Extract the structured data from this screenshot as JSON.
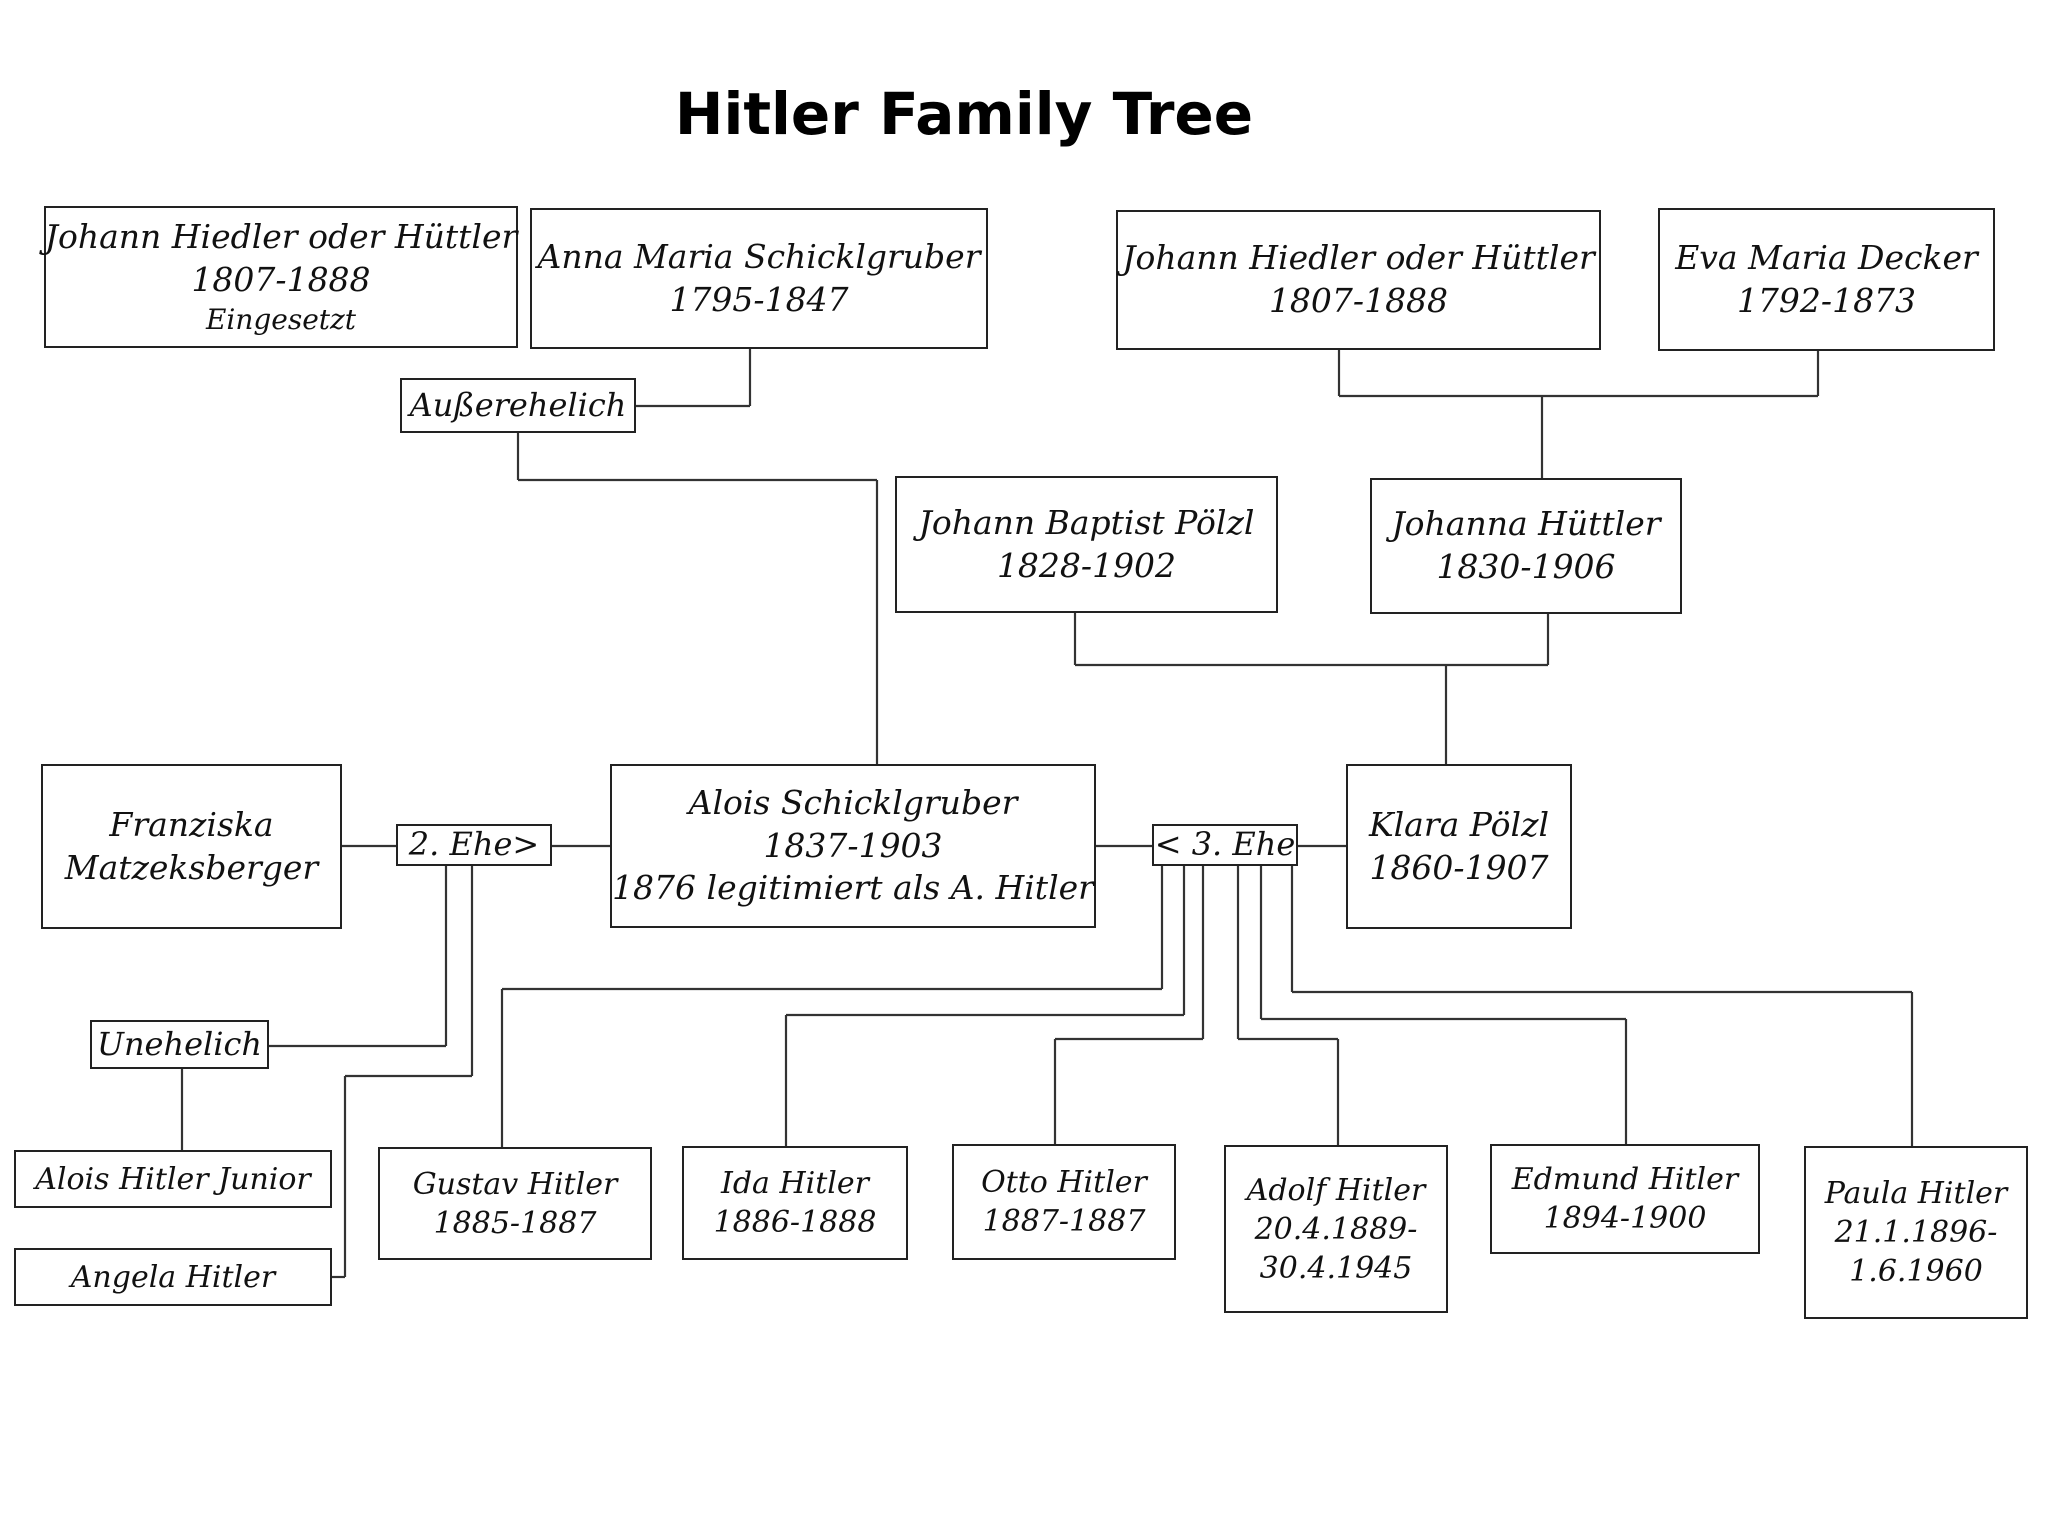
{
  "title": "Hitler Family Tree",
  "people": {
    "johann_hiedler_left": {
      "name": "Johann Hiedler oder Hüttler",
      "dates": "1807-1888",
      "note": "Eingesetzt"
    },
    "anna_maria": {
      "name": "Anna Maria Schicklgruber",
      "dates": "1795-1847"
    },
    "johann_hiedler_right": {
      "name": "Johann Hiedler oder Hüttler",
      "dates": "1807-1888"
    },
    "eva_maria": {
      "name": "Eva Maria Decker",
      "dates": "1792-1873"
    },
    "johann_baptist": {
      "name": "Johann Baptist Pölzl",
      "dates": "1828-1902"
    },
    "johanna": {
      "name": "Johanna  Hüttler",
      "dates": "1830-1906"
    },
    "franziska": {
      "line1": "Franziska",
      "line2": "Matzeksberger"
    },
    "alois": {
      "name": "Alois Schicklgruber",
      "dates": "1837-1903",
      "note": "1876 legitimiert als A. Hitler"
    },
    "klara": {
      "name": "Klara Pölzl",
      "dates": "1860-1907"
    },
    "alois_junior": {
      "name": "Alois Hitler Junior"
    },
    "angela": {
      "name": "Angela Hitler"
    },
    "gustav": {
      "name": "Gustav Hitler",
      "dates": "1885-1887"
    },
    "ida": {
      "name": "Ida Hitler",
      "dates": "1886-1888"
    },
    "otto": {
      "name": "Otto Hitler",
      "dates": "1887-1887"
    },
    "adolf": {
      "name": "Adolf Hitler",
      "birth": "20.4.1889-",
      "death": "30.4.1945"
    },
    "edmund": {
      "name": "Edmund Hitler",
      "dates": "1894-1900"
    },
    "paula": {
      "name": "Paula Hitler",
      "birth": "21.1.1896-",
      "death": "1.6.1960"
    }
  },
  "relations": {
    "ausserehelich": "Außerehelich",
    "unehelich": "Unehelich",
    "second_marriage": "2. Ehe>",
    "third_marriage": "< 3. Ehe"
  }
}
